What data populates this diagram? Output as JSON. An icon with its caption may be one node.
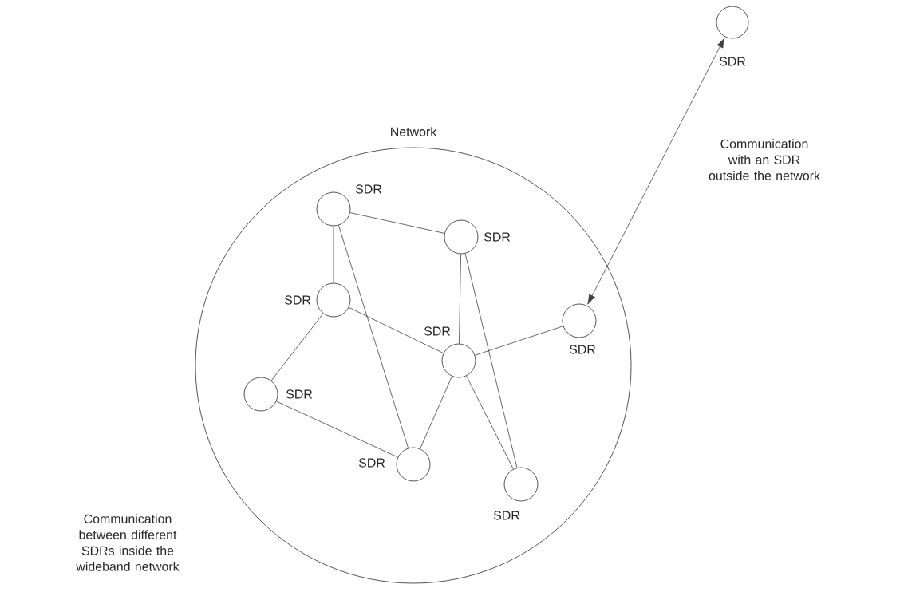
{
  "diagram": {
    "nodes": [
      {
        "text": [
          "Network"
        ]
      },
      {
        "text": [
          "SDR"
        ]
      },
      {
        "text": [
          "SDR"
        ],
        "in": 0
      },
      {
        "text": [
          "SDR"
        ],
        "in": 0
      },
      {
        "text": [
          "SDR"
        ],
        "in": 0
      },
      {
        "text": [
          "SDR"
        ],
        "in": 0
      },
      {
        "text": [
          "SDR"
        ],
        "in": 0
      },
      {
        "text": [
          "SDR"
        ],
        "in": 0
      },
      {
        "text": [
          "SDR"
        ],
        "in": 0
      },
      {
        "text": [
          "SDR"
        ],
        "in": 0
      }
    ],
    "edges": [
      {
        "from": 2,
        "to": 3,
        "arrow": "none"
      },
      {
        "from": 2,
        "to": 4,
        "arrow": "none"
      },
      {
        "from": 2,
        "to": 8,
        "arrow": "none"
      },
      {
        "from": 3,
        "to": 5,
        "arrow": "none"
      },
      {
        "from": 3,
        "to": 9,
        "arrow": "none"
      },
      {
        "from": 4,
        "to": 5,
        "arrow": "none"
      },
      {
        "from": 4,
        "to": 7,
        "arrow": "none"
      },
      {
        "from": 5,
        "to": 6,
        "arrow": "none"
      },
      {
        "from": 5,
        "to": 8,
        "arrow": "none"
      },
      {
        "from": 5,
        "to": 9,
        "arrow": "none"
      },
      {
        "from": 7,
        "to": 8,
        "arrow": "none"
      },
      {
        "from": 6,
        "to": 1,
        "arrow": "both"
      }
    ],
    "labels": [
      "Communication with an SDR outside the network",
      "Communication between different SDRs inside the wideband network"
    ]
  }
}
